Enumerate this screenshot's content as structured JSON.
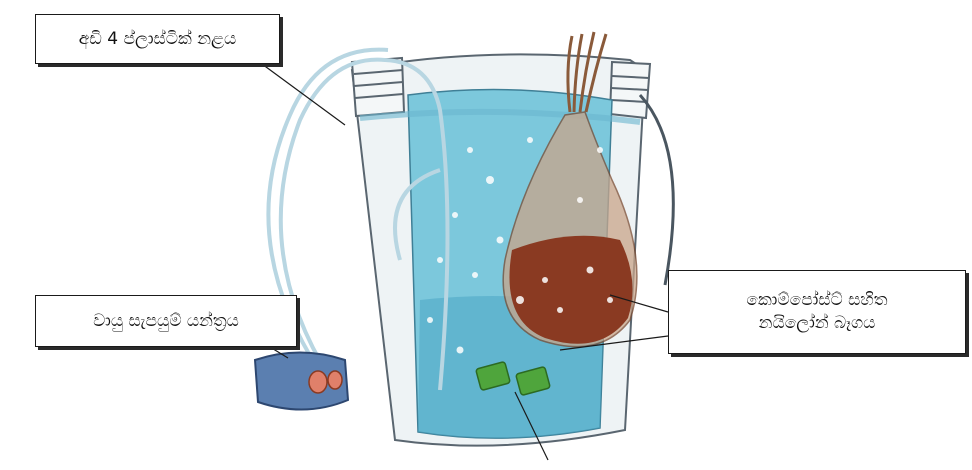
{
  "labels": {
    "pipe": "අඩි 4 ප්ලාස්ටික් නළය",
    "pump": "වායු සැපයුම් යන්ත්‍රය",
    "bag_line1": "කොම්පෝස්ට් සහිත",
    "bag_line2": "නයිලෝන් බෑගය"
  },
  "colors": {
    "water": "#7cc8dc",
    "water_deep": "#4aa6c4",
    "bucket": "#eef3f5",
    "compost": "#8a3a22",
    "bag_string": "#8a5a3a",
    "pump_body": "#5b7fb0",
    "airstone": "#4fa53c",
    "tube": "#cfe6ef"
  }
}
